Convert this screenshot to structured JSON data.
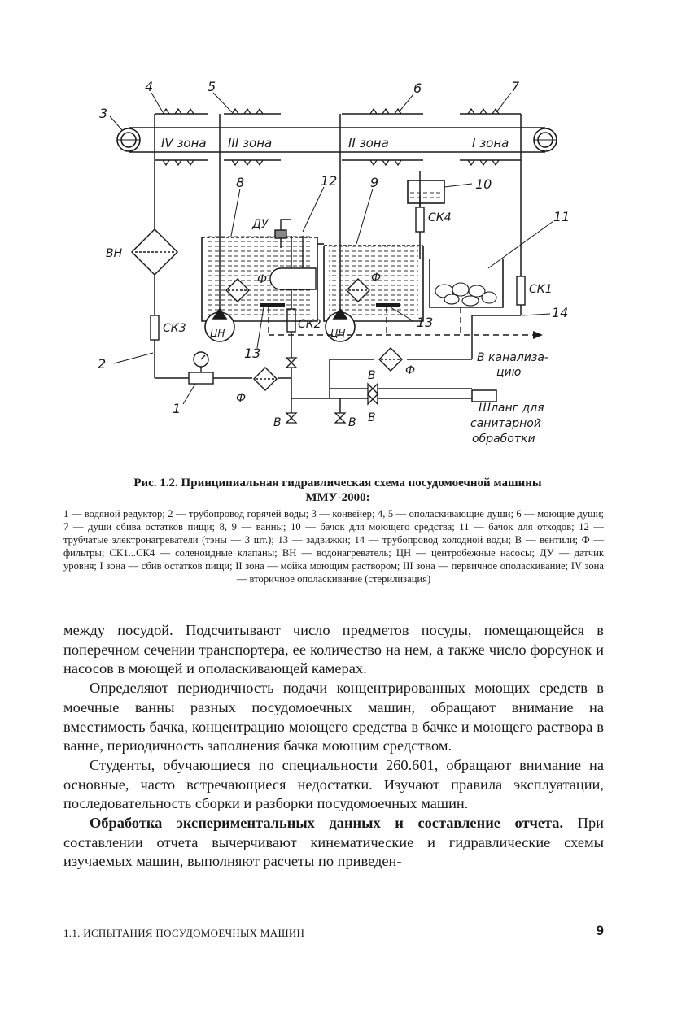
{
  "figure": {
    "callouts": [
      "1",
      "2",
      "3",
      "4",
      "5",
      "6",
      "7",
      "8",
      "9",
      "10",
      "11",
      "12",
      "13",
      "13",
      "14"
    ],
    "zones": [
      "IV зона",
      "III зона",
      "II зона",
      "I зона"
    ],
    "labels": {
      "vn": "ВН",
      "du": "ДУ",
      "f": "Ф",
      "tsn": "ЦН",
      "v": "В",
      "sk1": "СК1",
      "sk2": "СК2",
      "sk3": "СК3",
      "sk4": "СК4",
      "drain_1": "В канализа-",
      "drain_2": "цию",
      "hose_1": "Шланг для",
      "hose_2": "санитарной",
      "hose_3": "обработки"
    }
  },
  "caption": {
    "title_line1": "Рис. 1.2. Принципиальная гидравлическая схема посудомоечной машины",
    "title_line2": "ММУ-2000:",
    "legend": "1 — водяной редуктор; 2 — трубопровод горячей воды; 3 — конвейер; 4, 5 — ополаскивающие души; 6 — моющие души; 7 — души сбива остатков пищи; 8, 9 — ванны; 10 — бачок для моющего средства; 11 — бачок для отходов; 12 — трубчатые электронагреватели (тэны — 3 шт.); 13 — задвижки; 14 — трубопровод холодной воды; В — вентили; Ф — фильтры; СК1...СК4 — соленоидные клапаны; ВН — водонагреватель; ЦН — центробежные насосы; ДУ — датчик уровня; I зона — сбив остатков пищи; II зона — мойка моющим раствором; III зона — первичное ополаскивание; IV зона — вторичное ополаскивание (стерилизация)"
  },
  "body": {
    "p1": "между посудой. Подсчитывают число предметов посуды, помещающейся в поперечном сечении транспортера, ее количество на нем, а также число форсунок и насосов в моющей и ополаскивающей камерах.",
    "p2": "Определяют периодичность подачи концентрированных моющих средств в моечные ванны разных посудомоечных машин, обращают внимание на вместимость бачка, концентрацию моющего средства в бачке и моющего раствора в ванне, периодичность заполнения бачка моющим средством.",
    "p3": "Студенты, обучающиеся по специальности 260.601, обращают внимание на основные, часто встречающиеся недостатки. Изучают правила эксплуатации, последовательность сборки и разборки посудомоечных машин.",
    "p4_lead": "Обработка экспериментальных данных и составление отчета.",
    "p4_rest": " При составлении отчета вычерчивают кинематические и гидравлические схемы изучаемых машин, выполняют расчеты по приведен-"
  },
  "footer": {
    "running_title": "1.1. ИСПЫТАНИЯ ПОСУДОМОЕЧНЫХ МАШИН",
    "page_number": "9"
  }
}
